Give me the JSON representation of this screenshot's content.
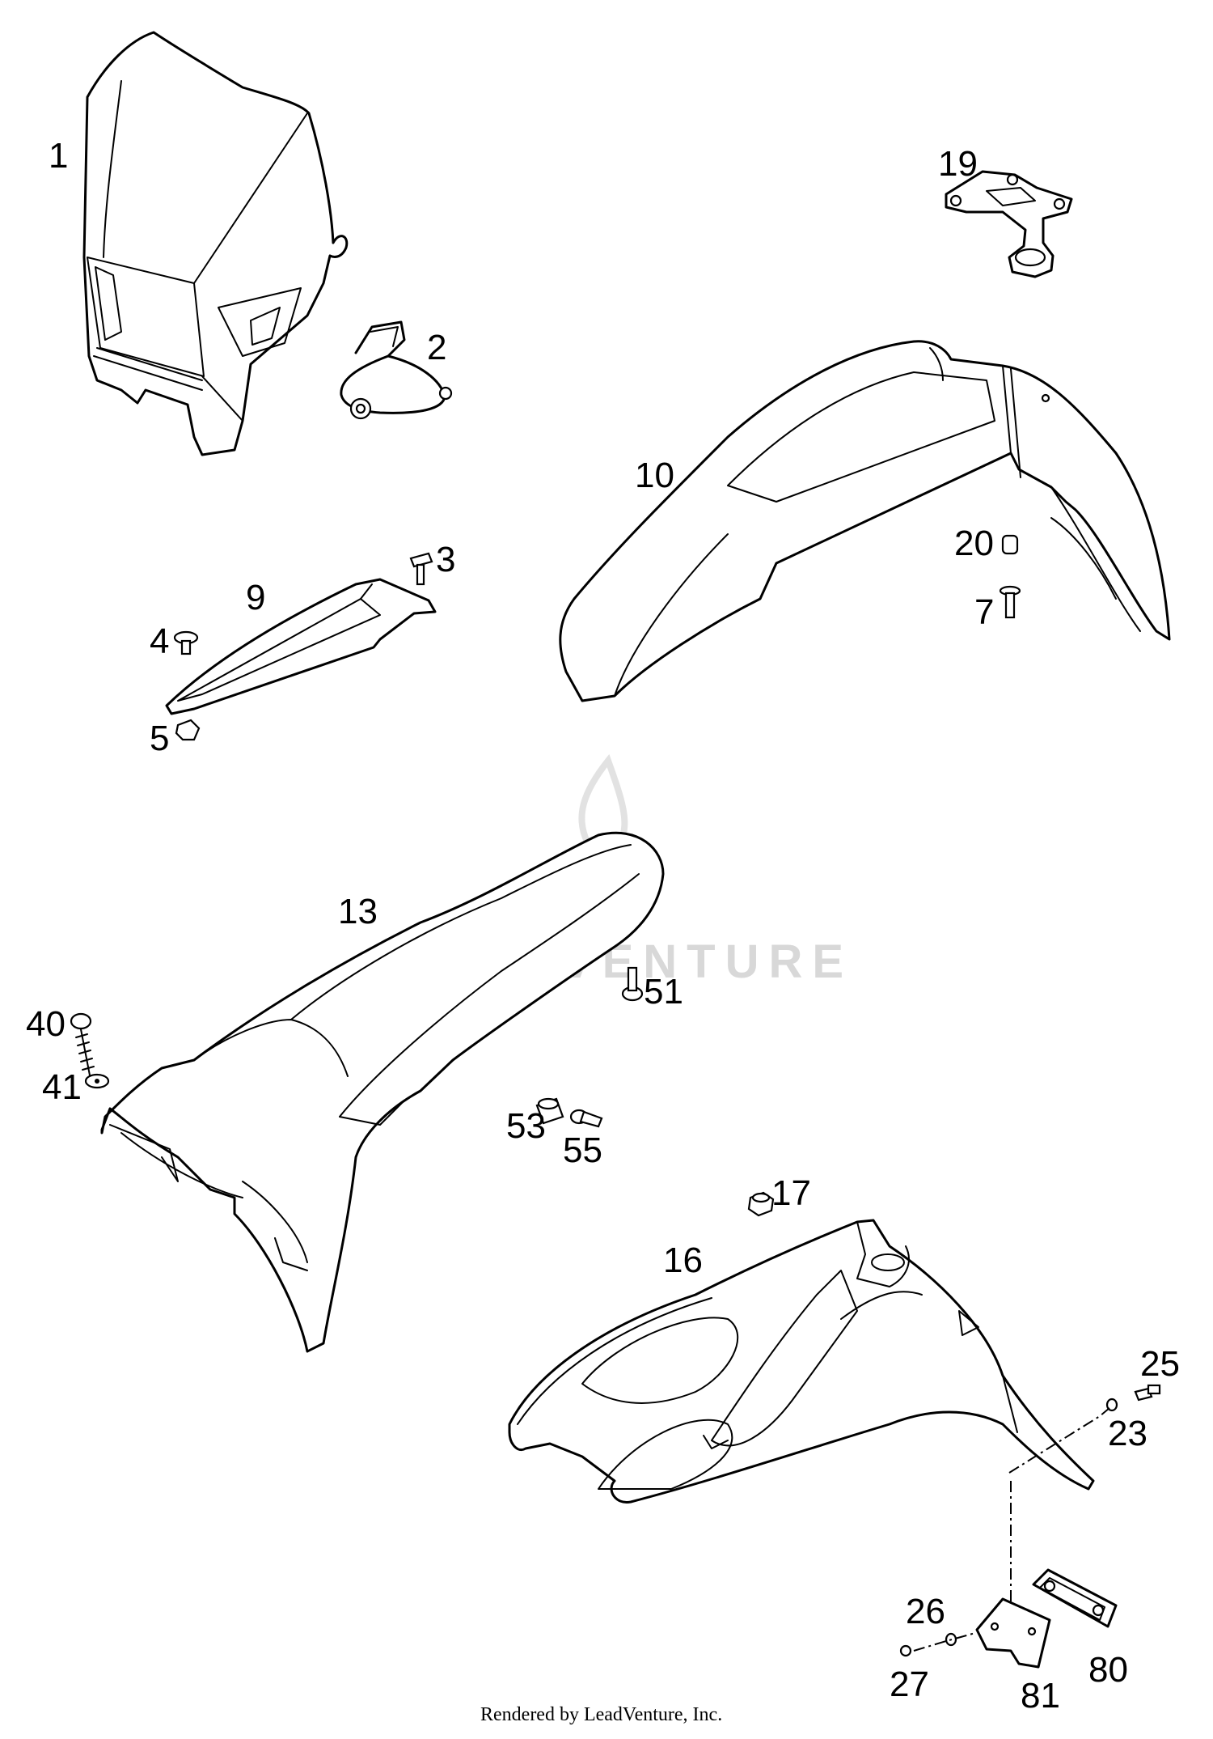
{
  "watermark": {
    "text": "LEADVENTURE",
    "icon": "flame-v-logo-icon"
  },
  "footer": {
    "text": "Rendered by LeadVenture, Inc."
  },
  "callouts": [
    {
      "id": "1",
      "label": "1"
    },
    {
      "id": "2",
      "label": "2"
    },
    {
      "id": "3",
      "label": "3"
    },
    {
      "id": "4",
      "label": "4"
    },
    {
      "id": "5",
      "label": "5"
    },
    {
      "id": "7",
      "label": "7"
    },
    {
      "id": "9",
      "label": "9"
    },
    {
      "id": "10",
      "label": "10"
    },
    {
      "id": "13",
      "label": "13"
    },
    {
      "id": "16",
      "label": "16"
    },
    {
      "id": "17",
      "label": "17"
    },
    {
      "id": "19",
      "label": "19"
    },
    {
      "id": "20",
      "label": "20"
    },
    {
      "id": "23",
      "label": "23"
    },
    {
      "id": "25",
      "label": "25"
    },
    {
      "id": "26",
      "label": "26"
    },
    {
      "id": "27",
      "label": "27"
    },
    {
      "id": "40",
      "label": "40"
    },
    {
      "id": "41",
      "label": "41"
    },
    {
      "id": "51",
      "label": "51"
    },
    {
      "id": "53",
      "label": "53"
    },
    {
      "id": "55",
      "label": "55"
    },
    {
      "id": "80",
      "label": "80"
    },
    {
      "id": "81",
      "label": "81"
    }
  ]
}
